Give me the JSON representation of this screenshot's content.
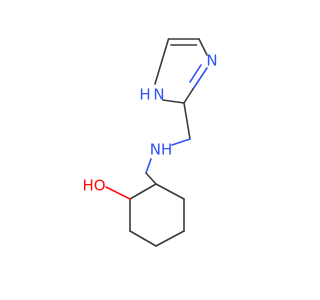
{
  "molecule": {
    "atoms": {
      "imidazole_nh": {
        "label": "H",
        "prefix": "",
        "hetero": "N",
        "color": "#3050f8"
      },
      "imidazole_n": {
        "label": "N",
        "color": "#3050f8"
      },
      "amine_nh": {
        "label": "NH",
        "hetero": "N",
        "color": "#3050f8"
      },
      "hydroxyl": {
        "label": "HO",
        "color": "#ff0d0d"
      }
    }
  }
}
